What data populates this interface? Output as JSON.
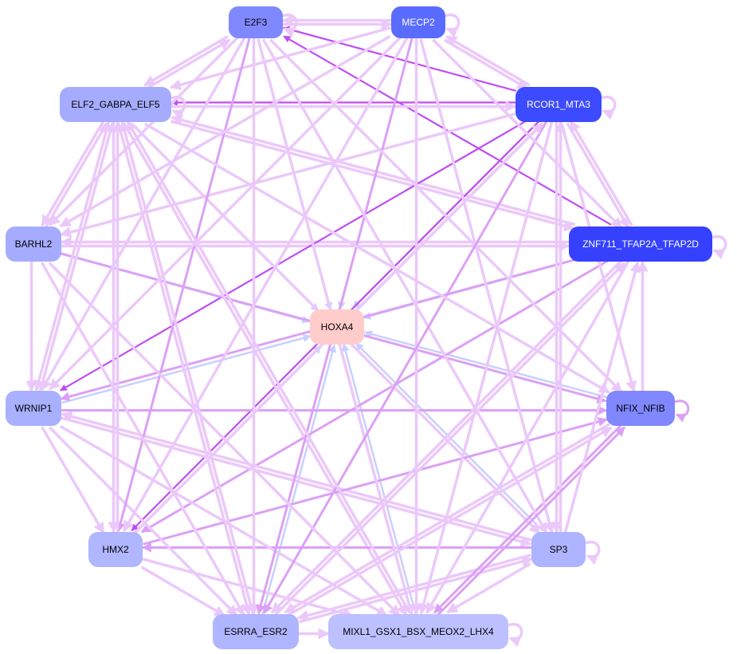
{
  "graph": {
    "nodes": [
      {
        "id": "E2F3",
        "label": "E2F3",
        "fill": "#8088ff",
        "text": "#000000"
      },
      {
        "id": "MECP2",
        "label": "MECP2",
        "fill": "#5a6cff",
        "text": "#ffffff"
      },
      {
        "id": "ELF2",
        "label": "ELF2_GABPA_ELF5",
        "fill": "#a5acff",
        "text": "#000000"
      },
      {
        "id": "RCOR1",
        "label": "RCOR1_MTA3",
        "fill": "#3d4bff",
        "text": "#ffffff"
      },
      {
        "id": "BARHL2",
        "label": "BARHL2",
        "fill": "#a5acff",
        "text": "#000000"
      },
      {
        "id": "ZNF711",
        "label": "ZNF711_TFAP2A_TFAP2D",
        "fill": "#3541ff",
        "text": "#ffffff"
      },
      {
        "id": "HOXA4",
        "label": "HOXA4",
        "fill": "#ffcccc",
        "text": "#000000"
      },
      {
        "id": "WRNIP1",
        "label": "WRNIP1",
        "fill": "#a8b0ff",
        "text": "#000000"
      },
      {
        "id": "NFIX",
        "label": "NFIX_NFIB",
        "fill": "#8087ff",
        "text": "#000000"
      },
      {
        "id": "HMX2",
        "label": "HMX2",
        "fill": "#b0b6ff",
        "text": "#000000"
      },
      {
        "id": "SP3",
        "label": "SP3",
        "fill": "#aeb4ff",
        "text": "#000000"
      },
      {
        "id": "ESRRA",
        "label": "ESRRA_ESR2",
        "fill": "#afb5ff",
        "text": "#000000"
      },
      {
        "id": "MIXL1",
        "label": "MIXL1_GSX1_BSX_MEOX2_LHX4",
        "fill": "#bcc0ff",
        "text": "#000000"
      }
    ],
    "edge_colors": {
      "light": "#ebc8fa",
      "medium": "#dca0f5",
      "dark": "#c04cf5",
      "blue": "#c8d0ff"
    },
    "edges": [
      [
        "E2F3",
        "MECP2",
        "light"
      ],
      [
        "MECP2",
        "E2F3",
        "light"
      ],
      [
        "RCOR1",
        "E2F3",
        "dark"
      ],
      [
        "ZNF711",
        "E2F3",
        "dark"
      ],
      [
        "RCOR1",
        "ELF2",
        "dark"
      ],
      [
        "ELF2",
        "RCOR1",
        "light"
      ],
      [
        "MECP2",
        "RCOR1",
        "light"
      ],
      [
        "RCOR1",
        "MECP2",
        "light"
      ],
      [
        "E2F3",
        "ELF2",
        "light"
      ],
      [
        "ELF2",
        "E2F3",
        "light"
      ],
      [
        "MECP2",
        "ELF2",
        "light"
      ],
      [
        "ELF2",
        "ZNF711",
        "light"
      ],
      [
        "ZNF711",
        "ELF2",
        "light"
      ],
      [
        "ZNF711",
        "BARHL2",
        "light"
      ],
      [
        "BARHL2",
        "ZNF711",
        "light"
      ],
      [
        "RCOR1",
        "BARHL2",
        "light"
      ],
      [
        "E2F3",
        "HOXA4",
        "blue"
      ],
      [
        "MECP2",
        "HOXA4",
        "blue"
      ],
      [
        "ELF2",
        "HOXA4",
        "blue"
      ],
      [
        "BARHL2",
        "HOXA4",
        "blue"
      ],
      [
        "RCOR1",
        "HOXA4",
        "blue"
      ],
      [
        "ZNF711",
        "HOXA4",
        "blue"
      ],
      [
        "WRNIP1",
        "HOXA4",
        "blue"
      ],
      [
        "NFIX",
        "HOXA4",
        "blue"
      ],
      [
        "HMX2",
        "HOXA4",
        "blue"
      ],
      [
        "SP3",
        "HOXA4",
        "blue"
      ],
      [
        "ESRRA",
        "HOXA4",
        "blue"
      ],
      [
        "MIXL1",
        "HOXA4",
        "blue"
      ],
      [
        "RCOR1",
        "WRNIP1",
        "dark"
      ],
      [
        "ZNF711",
        "WRNIP1",
        "medium"
      ],
      [
        "RCOR1",
        "HMX2",
        "dark"
      ],
      [
        "ZNF711",
        "HMX2",
        "medium"
      ],
      [
        "WRNIP1",
        "NFIX",
        "medium"
      ],
      [
        "BARHL2",
        "NFIX",
        "medium"
      ],
      [
        "WRNIP1",
        "SP3",
        "light"
      ],
      [
        "SP3",
        "WRNIP1",
        "light"
      ],
      [
        "ELF2",
        "ESRRA",
        "light"
      ],
      [
        "ELF2",
        "MIXL1",
        "light"
      ],
      [
        "ELF2",
        "SP3",
        "light"
      ],
      [
        "ELF2",
        "WRNIP1",
        "light"
      ],
      [
        "ELF2",
        "HMX2",
        "light"
      ],
      [
        "HMX2",
        "NFIX",
        "medium"
      ],
      [
        "SP3",
        "HMX2",
        "medium"
      ],
      [
        "SP3",
        "ESRRA",
        "light"
      ],
      [
        "ESRRA",
        "SP3",
        "light"
      ],
      [
        "ESRRA",
        "MIXL1",
        "light"
      ],
      [
        "NFIX",
        "ZNF711",
        "light"
      ],
      [
        "HMX2",
        "ESRRA",
        "light"
      ],
      [
        "HMX2",
        "MIXL1",
        "light"
      ],
      [
        "SP3",
        "MIXL1",
        "light"
      ],
      [
        "NFIX",
        "MIXL1",
        "medium"
      ],
      [
        "NFIX",
        "ESRRA",
        "light"
      ],
      [
        "WRNIP1",
        "ESRRA",
        "light"
      ],
      [
        "WRNIP1",
        "MIXL1",
        "light"
      ],
      [
        "E2F3",
        "MIXL1",
        "light"
      ],
      [
        "E2F3",
        "ESRRA",
        "light"
      ],
      [
        "E2F3",
        "HMX2",
        "medium"
      ],
      [
        "MECP2",
        "MIXL1",
        "light"
      ],
      [
        "MECP2",
        "ESRRA",
        "medium"
      ],
      [
        "MECP2",
        "HMX2",
        "light"
      ],
      [
        "MECP2",
        "WRNIP1",
        "light"
      ],
      [
        "MECP2",
        "BARHL2",
        "light"
      ],
      [
        "E2F3",
        "BARHL2",
        "light"
      ],
      [
        "E2F3",
        "SP3",
        "light"
      ],
      [
        "E2F3",
        "NFIX",
        "light"
      ],
      [
        "MECP2",
        "SP3",
        "light"
      ],
      [
        "RCOR1",
        "MIXL1",
        "light"
      ],
      [
        "RCOR1",
        "ESRRA",
        "medium"
      ],
      [
        "RCOR1",
        "SP3",
        "light"
      ],
      [
        "RCOR1",
        "NFIX",
        "light"
      ],
      [
        "SP3",
        "RCOR1",
        "light"
      ],
      [
        "ZNF711",
        "ESRRA",
        "light"
      ],
      [
        "ZNF711",
        "MIXL1",
        "light"
      ],
      [
        "BARHL2",
        "ESRRA",
        "light"
      ],
      [
        "BARHL2",
        "MIXL1",
        "light"
      ],
      [
        "BARHL2",
        "ELF2",
        "light"
      ],
      [
        "ELF2",
        "BARHL2",
        "light"
      ],
      [
        "ELF2",
        "NFIX",
        "light"
      ],
      [
        "E2F3",
        "WRNIP1",
        "light"
      ],
      [
        "MECP2",
        "ZNF711",
        "light"
      ],
      [
        "RCOR1",
        "ZNF711",
        "light"
      ],
      [
        "ZNF711",
        "RCOR1",
        "light"
      ],
      [
        "ESRRA",
        "NFIX",
        "light"
      ],
      [
        "ESRRA",
        "ZNF711",
        "light"
      ],
      [
        "MIXL1",
        "NFIX",
        "medium"
      ],
      [
        "SP3",
        "ZNF711",
        "light"
      ],
      [
        "HMX2",
        "RCOR1",
        "light"
      ],
      [
        "ESRRA",
        "ELF2",
        "light"
      ],
      [
        "MIXL1",
        "ELF2",
        "light"
      ],
      [
        "WRNIP1",
        "ELF2",
        "light"
      ],
      [
        "HMX2",
        "ELF2",
        "light"
      ],
      [
        "BARHL2",
        "WRNIP1",
        "light"
      ],
      [
        "WRNIP1",
        "HMX2",
        "light"
      ],
      [
        "E2F3",
        "E2F3",
        "light"
      ],
      [
        "MECP2",
        "MECP2",
        "light"
      ],
      [
        "RCOR1",
        "RCOR1",
        "light"
      ],
      [
        "ZNF711",
        "ZNF711",
        "light"
      ],
      [
        "NFIX",
        "NFIX",
        "medium"
      ],
      [
        "SP3",
        "SP3",
        "light"
      ],
      [
        "MIXL1",
        "MIXL1",
        "light"
      ],
      [
        "ELF2",
        "ELF2",
        "light"
      ]
    ]
  }
}
